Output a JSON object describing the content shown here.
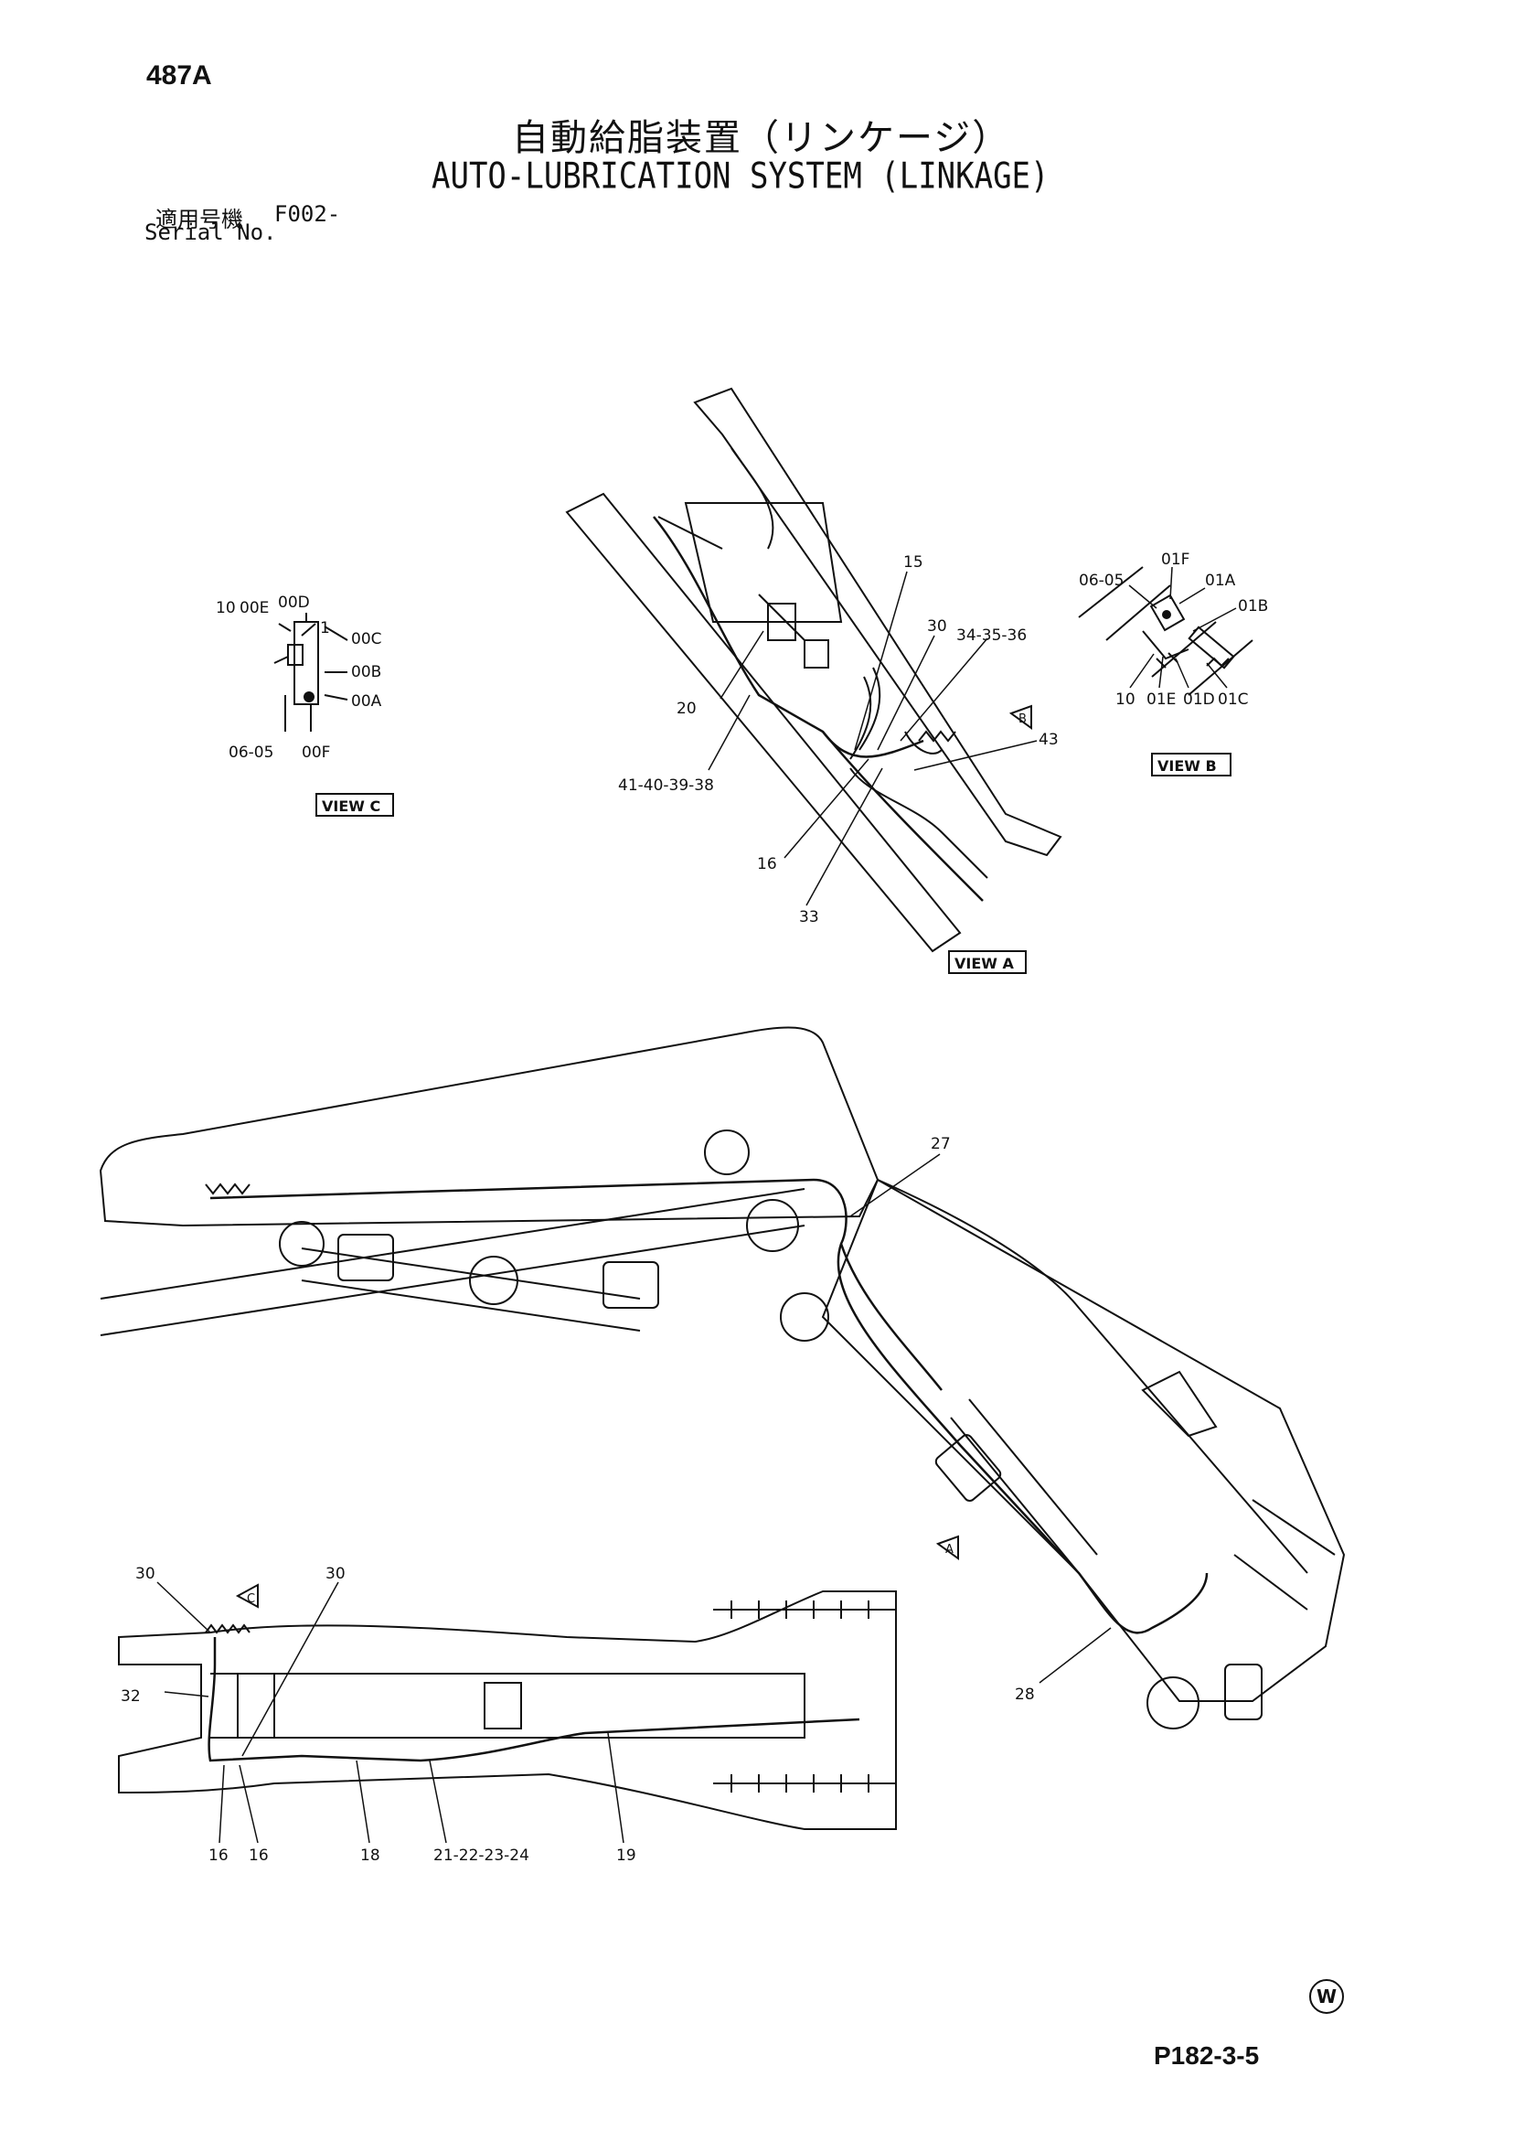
{
  "page_id": "487A",
  "title_ja": "自動給脂装置（リンケージ）",
  "title_en": "AUTO-LUBRICATION SYSTEM (LINKAGE)",
  "serial": {
    "label_ja": "適用号機",
    "label_en": "Serial No.",
    "code": "F002-"
  },
  "view_c": {
    "view_label": "VIEW C",
    "callouts": [
      "10",
      "00E",
      "00D",
      "1",
      "00C",
      "00B",
      "00A",
      "06-05",
      "00F"
    ]
  },
  "view_a": {
    "view_label": "VIEW A",
    "callouts": [
      "15",
      "30",
      "34-35-36",
      "20",
      "43",
      "41-40-39-38",
      "16",
      "33"
    ]
  },
  "view_b": {
    "view_label": "VIEW B",
    "callouts": [
      "06-05",
      "01F",
      "01A",
      "01B",
      "10",
      "01E",
      "01D",
      "01C"
    ]
  },
  "main_view": {
    "markers": [
      "B",
      "A",
      "C"
    ],
    "callouts": [
      "27",
      "28",
      "30",
      "30",
      "32",
      "16",
      "16",
      "18",
      "21-22-23-24",
      "19"
    ]
  },
  "watermark_symbol": "W",
  "footer_code": "P182-3-5",
  "colors": {
    "ink": "#111111",
    "paper": "#ffffff"
  }
}
